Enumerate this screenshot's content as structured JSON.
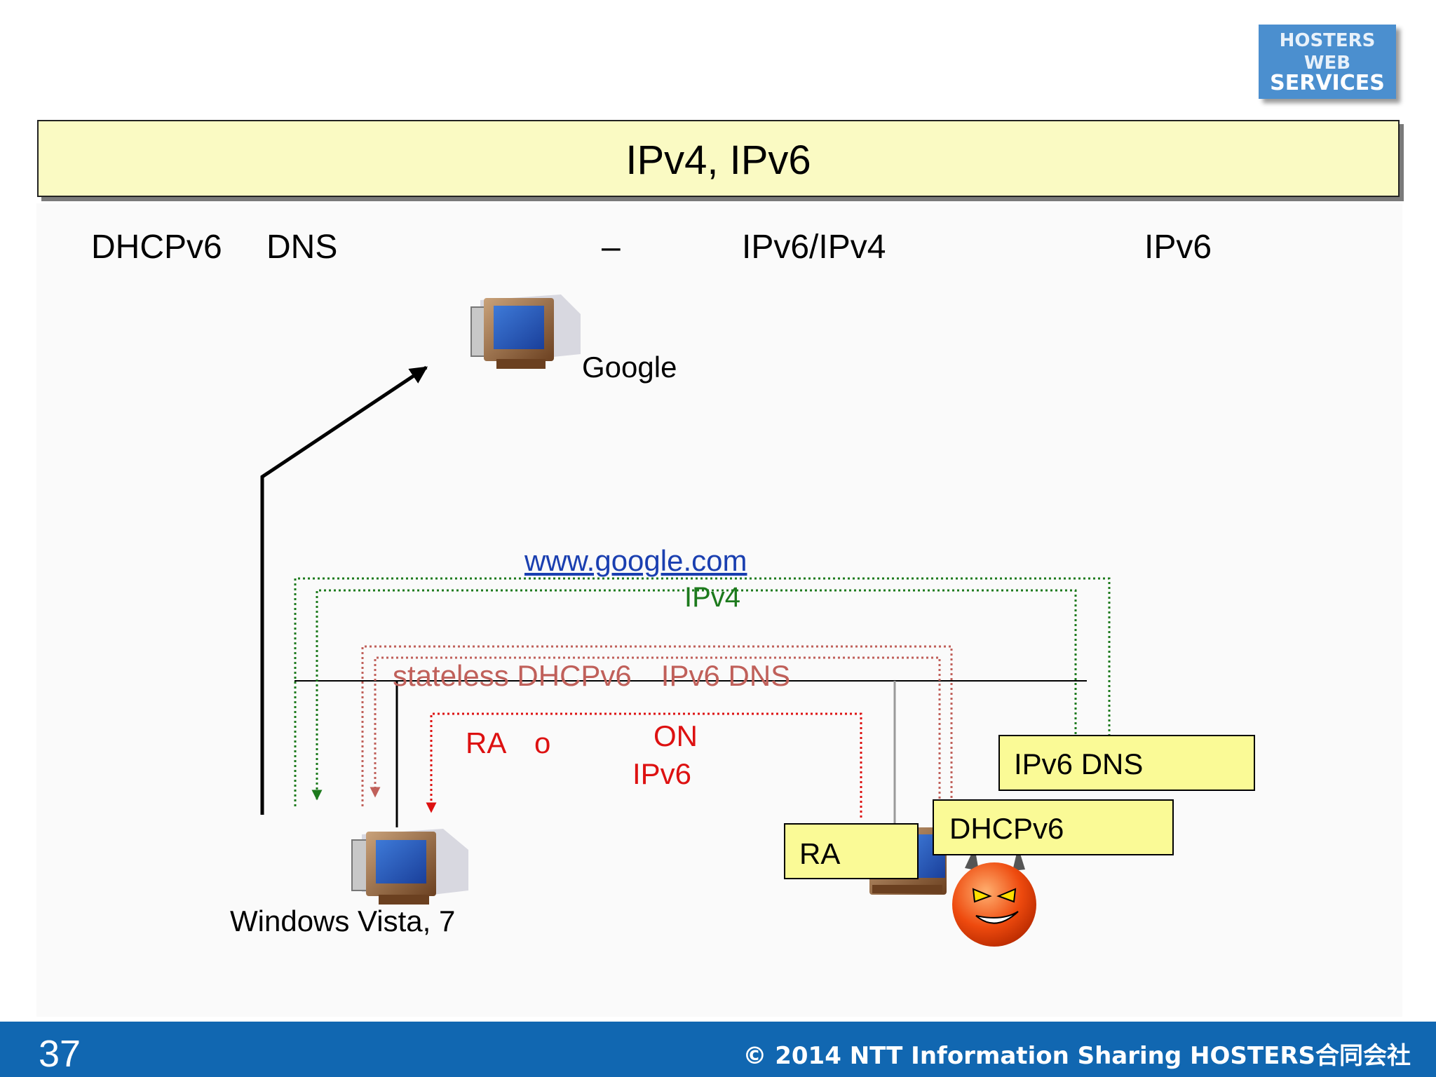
{
  "logo": {
    "line1": "HOSTERS",
    "line2": "WEB",
    "line3": "SERVICES"
  },
  "title": "IPv4, IPv6",
  "subtitle": {
    "part1": "DHCPv6",
    "part2": "DNS",
    "part3": "–",
    "part4": "IPv6/IPv4",
    "part5": "IPv6"
  },
  "diagram": {
    "google_label": "Google",
    "url_label": "www.google.com",
    "ipv4_label": "IPv4",
    "stateless_label": "stateless DHCPv6　IPv6 DNS",
    "ra_label_1": "RA　o",
    "ra_label_2": "ON",
    "ra_label_3": "IPv6",
    "client_label": "Windows Vista, 7",
    "box_ipv6dns": "IPv6 DNS",
    "box_dhcpv6": "DHCPv6",
    "box_ra": "RA",
    "colors": {
      "green": "#1d7a1d",
      "red": "#dd1111",
      "rose": "#c0605a",
      "link": "#1a3fb0"
    }
  },
  "footer": {
    "page_number": "37",
    "copyright": "© 2014 NTT Information Sharing  HOSTERS合同会社"
  }
}
